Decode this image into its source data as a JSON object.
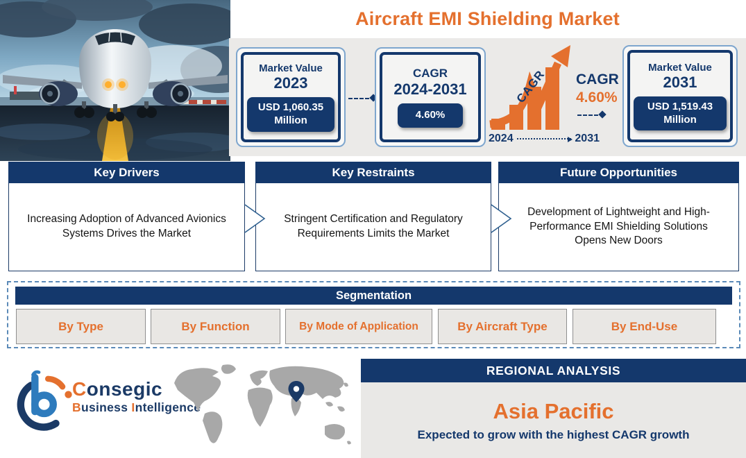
{
  "title": "Aircraft EMI Shielding Market",
  "stats": {
    "box_2023": {
      "label": "Market Value",
      "year": "2023",
      "value": "USD 1,060.35 Million"
    },
    "box_cagr": {
      "label": "CAGR",
      "period": "2024-2031",
      "value": "4.60%"
    },
    "growth_chart": {
      "arrow_label": "CAGR",
      "cagr_heading": "CAGR",
      "cagr_value": "4.60%",
      "start_year": "2024",
      "end_year": "2031"
    },
    "box_2031": {
      "label": "Market Value",
      "year": "2031",
      "value": "USD 1,519.43 Million"
    }
  },
  "panels": [
    {
      "title": "Key Drivers",
      "text": "Increasing Adoption of Advanced Avionics Systems Drives the Market"
    },
    {
      "title": "Key Restraints",
      "text": "Stringent Certification and Regulatory Requirements Limits the Market"
    },
    {
      "title": "Future Opportunities",
      "text": "Development of Lightweight and High-Performance EMI Shielding Solutions Opens New Doors"
    }
  ],
  "segmentation": {
    "title": "Segmentation",
    "items": [
      "By Type",
      "By Function",
      "By Mode of Application",
      "By Aircraft Type",
      "By End-Use"
    ]
  },
  "footer": {
    "logo": {
      "brand_initial": "C",
      "brand_rest": "onsegic",
      "word1_initial": "B",
      "word1_rest": "usiness",
      "word2_initial": "I",
      "word2_rest": "ntelligence"
    },
    "regional": {
      "header": "REGIONAL ANALYSIS",
      "region": "Asia Pacific",
      "subtitle": "Expected to grow with the highest CAGR growth"
    }
  },
  "colors": {
    "navy": "#14386C",
    "orange": "#E4702E",
    "light_blue_border": "#7EA6CE",
    "strip_gray": "#EBEAE8",
    "button_gray": "#E9E7E4",
    "map_gray": "#A8A8A8",
    "dashed_border_blue": "#5B8AB8"
  }
}
